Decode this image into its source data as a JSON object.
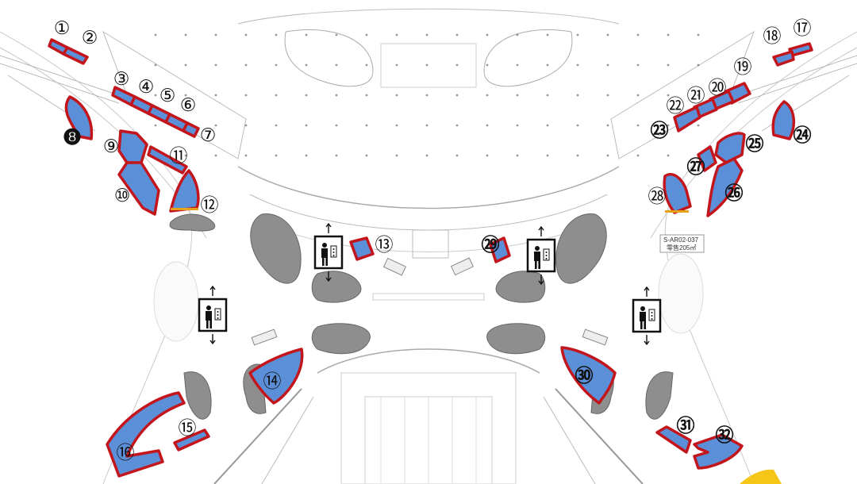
{
  "colors": {
    "unit_fill": "#5b8fd8",
    "unit_outline": "#c3161c",
    "kiosk_gray": "#8e8e8e",
    "highlight": "#f5c518"
  },
  "markers": [
    {
      "id": "1",
      "label": "①"
    },
    {
      "id": "2",
      "label": "②"
    },
    {
      "id": "3",
      "label": "③"
    },
    {
      "id": "4",
      "label": "④"
    },
    {
      "id": "5",
      "label": "⑤"
    },
    {
      "id": "6",
      "label": "⑥"
    },
    {
      "id": "7",
      "label": "⑦"
    },
    {
      "id": "8",
      "label": "❽"
    },
    {
      "id": "9",
      "label": "⑨"
    },
    {
      "id": "10",
      "label": "⑩"
    },
    {
      "id": "11",
      "label": "⑪"
    },
    {
      "id": "12",
      "label": "⑫"
    },
    {
      "id": "13",
      "label": "⑬"
    },
    {
      "id": "14",
      "label": "⑭"
    },
    {
      "id": "15",
      "label": "⑮"
    },
    {
      "id": "16",
      "label": "⑯"
    },
    {
      "id": "17",
      "label": "⑰"
    },
    {
      "id": "18",
      "label": "⑱"
    },
    {
      "id": "19",
      "label": "⑲"
    },
    {
      "id": "20",
      "label": "⑳"
    },
    {
      "id": "21",
      "label": "㉑"
    },
    {
      "id": "22",
      "label": "㉒"
    },
    {
      "id": "23",
      "label": "㉓"
    },
    {
      "id": "24",
      "label": "㉔"
    },
    {
      "id": "25",
      "label": "㉕"
    },
    {
      "id": "26",
      "label": "㉖"
    },
    {
      "id": "27",
      "label": "㉗"
    },
    {
      "id": "28",
      "label": "㉘"
    },
    {
      "id": "29",
      "label": "㉙"
    },
    {
      "id": "30",
      "label": "㉚"
    },
    {
      "id": "31",
      "label": "㉛"
    },
    {
      "id": "32",
      "label": "㉜"
    }
  ],
  "unit_label": {
    "code": "S-AR02-037",
    "desc": "零售205㎡"
  },
  "elevator_icon": "elevator-icon"
}
